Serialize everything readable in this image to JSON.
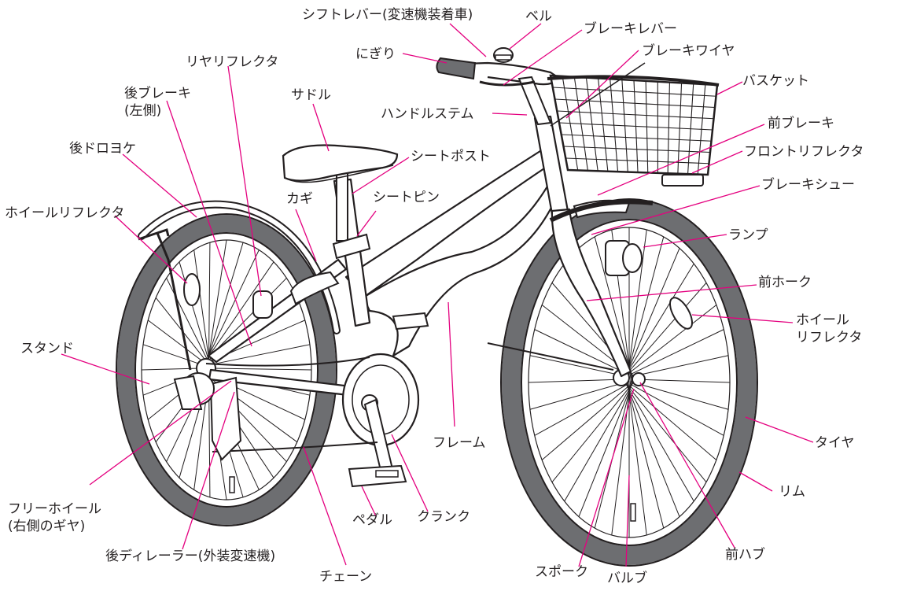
{
  "colors": {
    "leader": "#e4007f",
    "outline": "#231f20",
    "tire": "#6d6e71",
    "text": "#231f20"
  },
  "labels": {
    "shift_lever": "シフトレバー(変速機装着車)",
    "bell": "ベル",
    "brake_lever": "ブレーキレバー",
    "grip": "にぎり",
    "rear_reflector": "リヤリフレクタ",
    "brake_wire": "ブレーキワイヤ",
    "rear_brake": "後ブレーキ\n(左側)",
    "saddle": "サドル",
    "handle_stem": "ハンドルステム",
    "basket": "バスケット",
    "front_brake": "前ブレーキ",
    "rear_fender": "後ドロヨケ",
    "front_reflector": "フロントリフレクタ",
    "seat_post": "シートポスト",
    "brake_shoe": "ブレーキシュー",
    "lock": "カギ",
    "seat_pin": "シートピン",
    "wheel_reflector_rear": "ホイールリフレクタ",
    "lamp": "ランプ",
    "front_fork": "前ホーク",
    "wheel_reflector_front": "ホイール\nリフレクタ",
    "stand": "スタンド",
    "frame": "フレーム",
    "tire": "タイヤ",
    "rim": "リム",
    "freewheel": "フリーホイール\n(右側のギヤ)",
    "pedal": "ペダル",
    "crank": "クランク",
    "rear_derailleur": "後ディレーラー(外装変速機)",
    "front_hub": "前ハブ",
    "chain": "チェーン",
    "spoke": "スポーク",
    "valve": "バルブ"
  }
}
